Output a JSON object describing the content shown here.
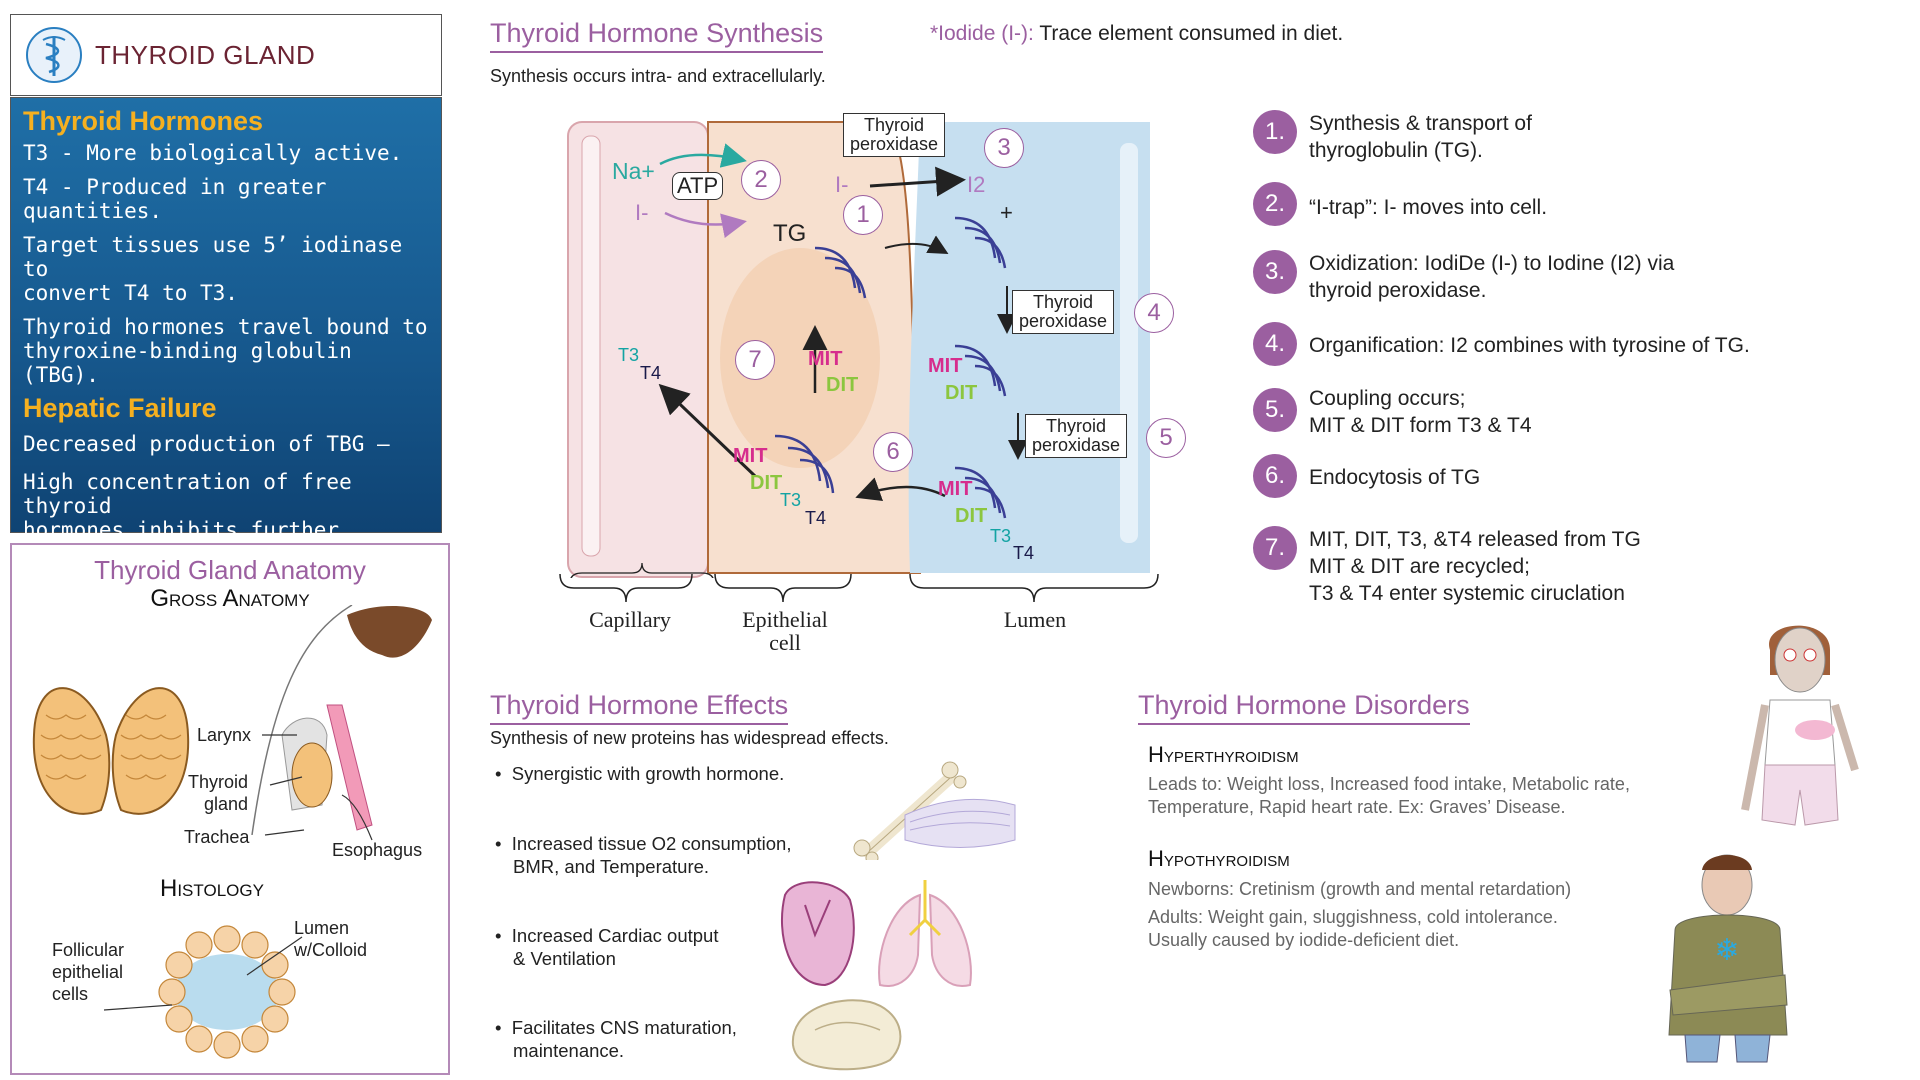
{
  "header": {
    "title": "THYROID GLAND",
    "logo_icon": "caduceus-icon"
  },
  "hormones_box": {
    "heading": "Thyroid Hormones",
    "lines": [
      "T3  -  More biologically active.",
      "T4  -  Produced in greater quantities.",
      "Target tissues use 5’ iodinase to\n convert  T4 to T3.",
      "Thyroid hormones travel bound to\nthyroxine-binding globulin (TBG)."
    ],
    "hepatic_heading": "Hepatic Failure",
    "hepatic_lines": [
      "Decreased production of TBG  —",
      "High concentration of free thyroid\nhormones inhibits further production\n(via negative feedback)."
    ]
  },
  "anatomy": {
    "title": "Thyroid Gland Anatomy",
    "gross": "Gross Anatomy",
    "labels": {
      "larynx": "Larynx",
      "thyroid": "Thyroid\ngland",
      "trachea": "Trachea",
      "esophagus": "Esophagus"
    },
    "histology": "Histology",
    "hist_labels": {
      "follicular": "Follicular\nepithelial\ncells",
      "lumen": "Lumen\nw/Colloid"
    }
  },
  "synthesis": {
    "title": "Thyroid Hormone Synthesis",
    "iodide_note_term": "*Iodide (I-):",
    "iodide_note_text": " Trace element consumed in diet.",
    "subtitle": "Synthesis occurs intra- and extracellularly.",
    "diagram": {
      "na": "Na+",
      "atp": "ATP",
      "i_minus": "I-",
      "i2": "I2",
      "tg": "TG",
      "plus": "+",
      "mit": "MIT",
      "dit": "DIT",
      "t3": "T3",
      "t4": "T4",
      "thyroid_peroxidase": "Thyroid\nperoxidase",
      "capillary": "Capillary",
      "epithelial": "Epithelial\ncell",
      "lumen": "Lumen",
      "numbers": [
        "1",
        "2",
        "3",
        "4",
        "5",
        "6",
        "7"
      ]
    },
    "steps": [
      {
        "n": "1.",
        "text": "Synthesis & transport of\nthyroglobulin (TG)."
      },
      {
        "n": "2.",
        "text": "“I-trap”: I- moves into cell."
      },
      {
        "n": "3.",
        "text": "Oxidization: IodiDe (I-) to Iodine (I2) via\nthyroid peroxidase."
      },
      {
        "n": "4.",
        "text": "Organification: I2  combines with tyrosine of TG."
      },
      {
        "n": "5.",
        "text": "Coupling occurs;\nMIT & DIT  form T3 & T4"
      },
      {
        "n": "6.",
        "text": "Endocytosis of TG"
      },
      {
        "n": "7.",
        "text": " MIT, DIT, T3, &T4 released from TG\n    MIT & DIT are recycled;\n    T3 & T4 enter systemic ciruclation"
      }
    ]
  },
  "effects": {
    "title": "Thyroid Hormone Effects",
    "subtitle": "Synthesis of new proteins has widespread effects.",
    "bullets": [
      "Synergistic with growth hormone.",
      "Increased tissue O2 consumption,\nBMR, and Temperature.",
      "Increased Cardiac output\n& Ventilation",
      "Facilitates CNS maturation,\nmaintenance."
    ]
  },
  "disorders": {
    "title": "Thyroid Hormone Disorders",
    "hyper_title": "Hyperthyroidism",
    "hyper_text": "Leads to: Weight loss, Increased food intake, Metabolic rate,\nTemperature, Rapid heart rate. Ex: Graves’ Disease.",
    "hypo_title": "Hypothyroidism",
    "hypo_text1": "Newborns: Cretinism (growth and mental retardation)",
    "hypo_text2": "Adults: Weight gain, sluggishness, cold intolerance.\nUsually caused by iodide-deficient diet."
  },
  "colors": {
    "accent": "#9b5fa0",
    "box_blue": "#16578c",
    "gold": "#f5b020",
    "title_red": "#6b2433"
  }
}
